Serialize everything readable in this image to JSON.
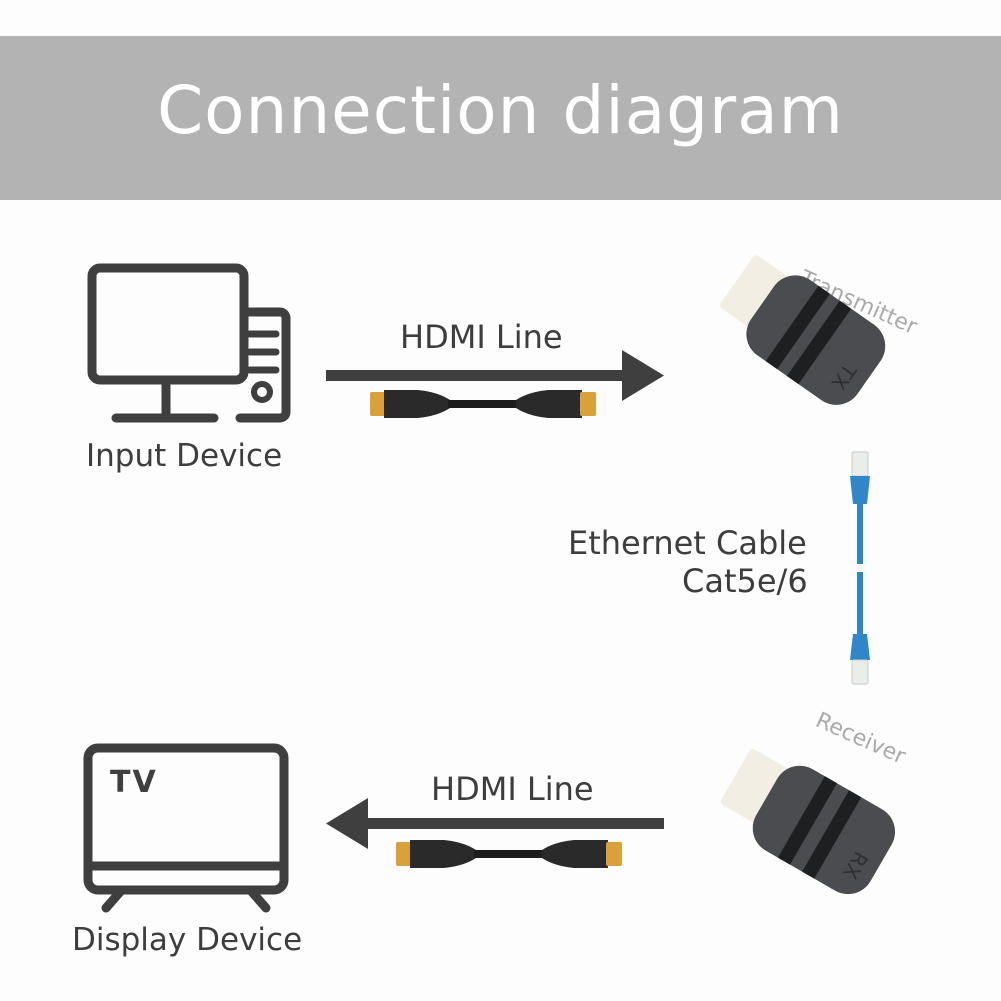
{
  "header": {
    "title": "Connection diagram"
  },
  "nodes": {
    "input_device": {
      "label": "Input Device",
      "icon": "computer-icon"
    },
    "display_device": {
      "label": "Display Device",
      "icon": "tv-icon",
      "screen_text": "TV"
    },
    "transmitter": {
      "label": "Transmitter",
      "badge": "TX"
    },
    "receiver": {
      "label": "Receiver",
      "badge": "RX"
    }
  },
  "links": {
    "hdmi_top": {
      "label": "HDMI Line",
      "direction": "right"
    },
    "hdmi_bottom": {
      "label": "HDMI Line",
      "direction": "left"
    },
    "ethernet": {
      "label_line1": "Ethernet Cable",
      "label_line2": "Cat5e/6"
    }
  },
  "colors": {
    "banner": "#b4b3b3",
    "icon_stroke": "#3f3f3f",
    "ethernet_blue": "#2f86c8",
    "hdmi_gold": "#d8a13a",
    "device_body": "#4a4c50"
  }
}
